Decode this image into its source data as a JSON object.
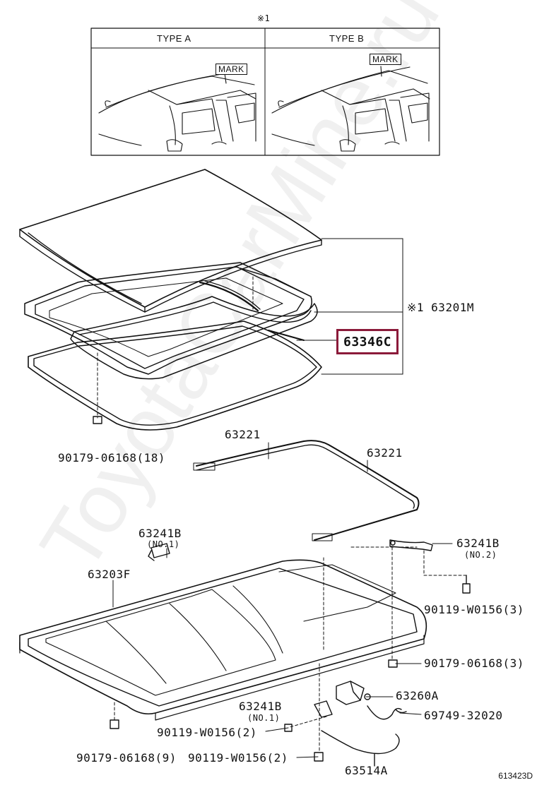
{
  "inset": {
    "note_symbol": "※1",
    "type_a": "TYPE A",
    "type_b": "TYPE B",
    "mark_a": "MARK",
    "mark_b": "MARK"
  },
  "parts": {
    "p63201M": "※1 63201M",
    "p63346C": "63346C",
    "p90179_18": "90179-06168(18)",
    "p63221_a": "63221",
    "p63221_b": "63221",
    "p63241B_no1": "63241B",
    "no1_a": "(NO.1)",
    "p63241B_no2": "63241B",
    "no2": "(NO.2)",
    "p63203F": "63203F",
    "p90119_3": "90119-W0156(3)",
    "p90179_3": "90179-06168(3)",
    "p63260A": "63260A",
    "p63241B_c": "63241B",
    "no1_b": "(NO.1)",
    "p69749": "69749-32020",
    "p90119_2a": "90119-W0156(2)",
    "p90179_9": "90179-06168(9)",
    "p90119_2b": "90119-W0156(2)",
    "p63514A": "63514A"
  },
  "watermark": "ToyotaCarMine.ru",
  "diagram_code": "613423D",
  "highlight_color": "#8b1a3a"
}
